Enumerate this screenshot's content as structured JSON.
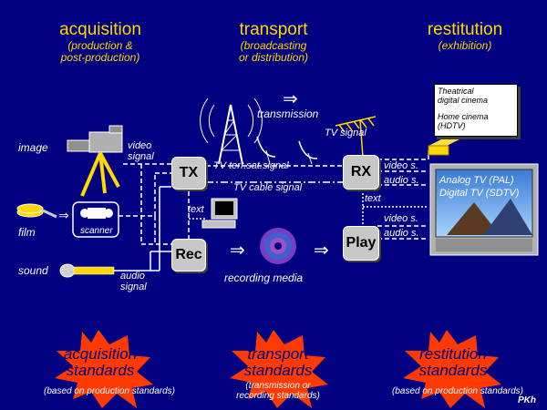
{
  "headers": {
    "acquisition": {
      "title": "acquisition",
      "sub1": "(production &",
      "sub2": "post-production)"
    },
    "transport": {
      "title": "transport",
      "sub1": "(broadcasting",
      "sub2": "or distribution)"
    },
    "restitution": {
      "title": "restitution",
      "sub1": "(exhibition)"
    }
  },
  "labels": {
    "image": "image",
    "film": "film",
    "sound": "sound",
    "scanner": "scanner",
    "video_signal_1": "video",
    "video_signal_2": "signal",
    "audio_signal_1": "audio",
    "audio_signal_2": "signal",
    "transmission": "transmission",
    "tv_signal": "TV signal",
    "tv_ter_sat": "TV terr.sat.signal",
    "tv_cable": "TV cable signal",
    "text_left": "text",
    "text_right": "text",
    "recording_media": "recording media",
    "video_s_1": "video s.",
    "audio_s_1": "audio s.",
    "video_s_2": "video s.",
    "audio_s_2": "audio s."
  },
  "boxes": {
    "tx": "TX",
    "rec": "Rec",
    "rx": "RX",
    "play": "Play"
  },
  "cinema": {
    "line1": "Theatrical",
    "line2": "digital cinema",
    "line3": "Home cinema",
    "line4": "(HDTV)"
  },
  "tv_screen": {
    "line1": "Analog TV (PAL)",
    "line2": "Digital TV (SDTV)"
  },
  "standards": [
    {
      "line1": "acquisition",
      "line2": "standards",
      "note1": "(based on production standards)",
      "note2": ""
    },
    {
      "line1": "transport",
      "line2": "standards",
      "note1": "(transmission or",
      "note2": "recording standards)"
    },
    {
      "line1": "restitution",
      "line2": "standards",
      "note1": "(based on production standards)",
      "note2": ""
    }
  ],
  "logo": "PKh",
  "colors": {
    "background": "#000080",
    "heading": "#ffd800",
    "burst": "#ff3a00",
    "box": "#c8c8c8",
    "standards_text": "#000080"
  }
}
